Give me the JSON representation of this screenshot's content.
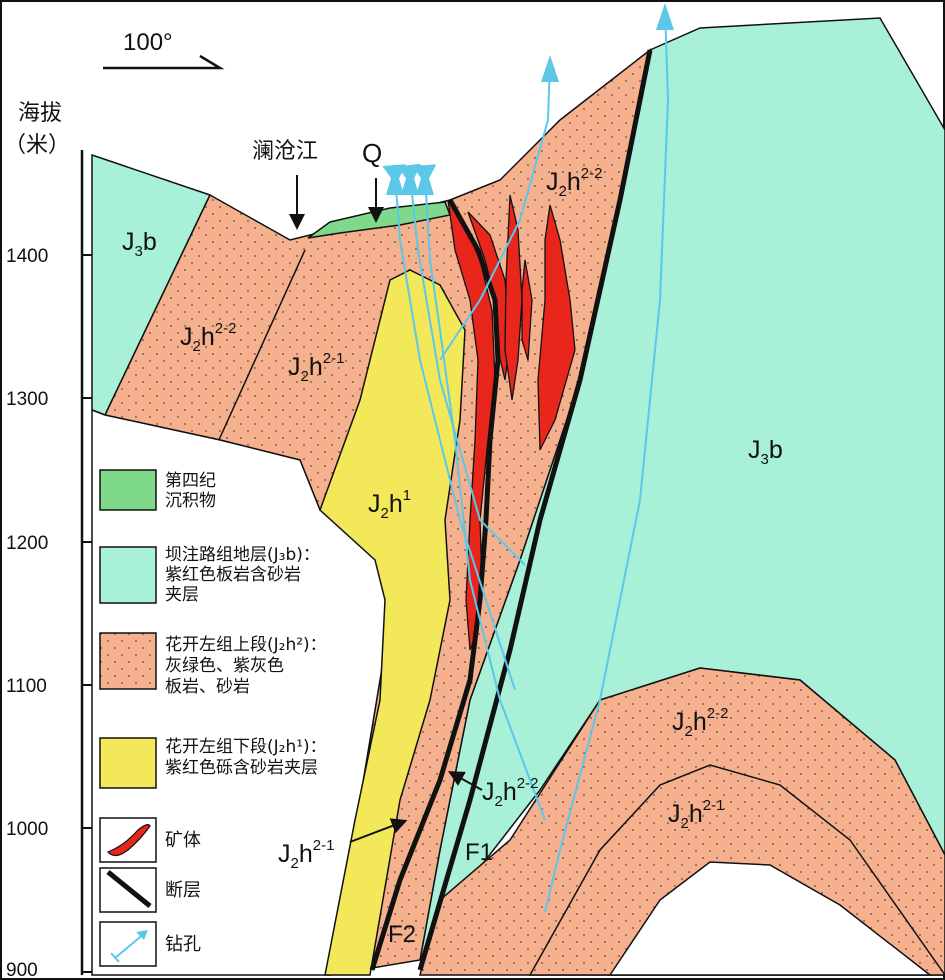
{
  "orientation": {
    "label": "100°"
  },
  "axis": {
    "title_line1": "海拔",
    "title_line2": "（米）",
    "ticks": [
      "1400",
      "1300",
      "1200",
      "1100",
      "1000",
      "900"
    ]
  },
  "annotations": {
    "river": "澜沧江",
    "quaternary": "Q",
    "fault1": "F1",
    "fault2": "F2"
  },
  "units": {
    "j3b_left": {
      "main": "J",
      "sub": "3",
      "rest": "b"
    },
    "j3b_right": {
      "main": "J",
      "sub": "3",
      "rest": "b"
    },
    "j2h22_left": {
      "main": "J",
      "sub": "2",
      "rest": "h",
      "sup": "2-2"
    },
    "j2h21_mid": {
      "main": "J",
      "sub": "2",
      "rest": "h",
      "sup": "2-1"
    },
    "j2h22_top": {
      "main": "J",
      "sub": "2",
      "rest": "h",
      "sup": "2-2"
    },
    "j2h1": {
      "main": "J",
      "sub": "2",
      "rest": "h",
      "sup": "1"
    },
    "j2h22_fold": {
      "main": "J",
      "sub": "2",
      "rest": "h",
      "sup": "2-2"
    },
    "j2h21_fold": {
      "main": "J",
      "sub": "2",
      "rest": "h",
      "sup": "2-1"
    },
    "j2h22_callout": {
      "main": "J",
      "sub": "2",
      "rest": "h",
      "sup": "2-2"
    },
    "j2h21_callout": {
      "main": "J",
      "sub": "2",
      "rest": "h",
      "sup": "2-1"
    }
  },
  "legend": {
    "quaternary": [
      "第四纪",
      "沉积物"
    ],
    "bazhulu": [
      "坝注路组地层(J₃b)：",
      "紫红色板岩含砂岩",
      "夹层"
    ],
    "upper": [
      "花开左组上段(J₂h²)：",
      "灰绿色、紫灰色",
      "板岩、砂岩"
    ],
    "lower": [
      "花开左组下段(J₂h¹)：",
      "紫红色砾含砂岩夹层"
    ],
    "ore": "矿体",
    "fault": "断层",
    "drill": "钻孔"
  },
  "colors": {
    "quaternary": "#7fd98a",
    "bazhulu": "#a8f0d8",
    "upper": "#f5b08e",
    "lower": "#f2e85a",
    "ore": "#e8261c",
    "drill": "#5bc8ea"
  }
}
